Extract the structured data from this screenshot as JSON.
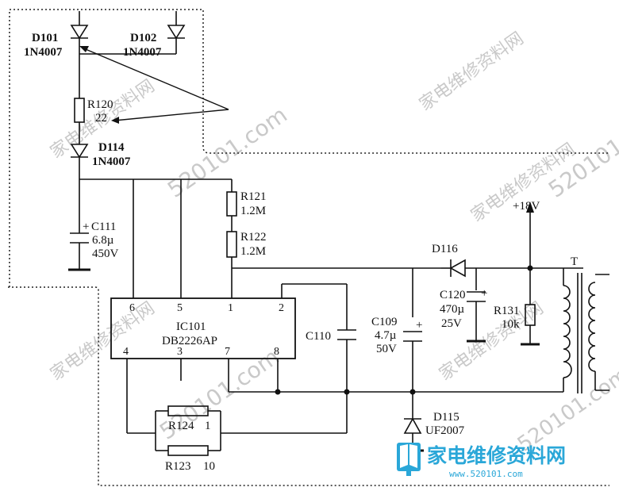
{
  "components": {
    "d101": {
      "ref": "D101",
      "value": "1N4007"
    },
    "d102": {
      "ref": "D102",
      "value": "1N4007"
    },
    "r120": {
      "ref": "R120",
      "value": "22"
    },
    "d114": {
      "ref": "D114",
      "value": "1N4007"
    },
    "c111": {
      "ref": "C111",
      "value": "6.8µ",
      "voltage": "450V",
      "polarity": "+"
    },
    "r121": {
      "ref": "R121",
      "value": "1.2M"
    },
    "r122": {
      "ref": "R122",
      "value": "1.2M"
    },
    "ic101": {
      "ref": "IC101",
      "part": "DB2226AP",
      "pins": {
        "p1": "1",
        "p2": "2",
        "p3": "3",
        "p4": "4",
        "p5": "5",
        "p6": "6",
        "p7": "7",
        "p8": "8"
      }
    },
    "c110": {
      "ref": "C110"
    },
    "c109": {
      "ref": "C109",
      "value": "4.7µ",
      "voltage": "50V",
      "polarity": "+"
    },
    "d116": {
      "ref": "D116"
    },
    "c120": {
      "ref": "C120",
      "value": "470µ",
      "voltage": "25V",
      "polarity": "+"
    },
    "r131": {
      "ref": "R131",
      "value": "10k"
    },
    "transformer": {
      "ref": "T"
    },
    "d115": {
      "ref": "D115",
      "value": "UF2007"
    },
    "r124": {
      "ref": "R124",
      "value": "1"
    },
    "r123": {
      "ref": "R123",
      "value": "10"
    }
  },
  "rail": {
    "label": "+18V"
  },
  "watermark": {
    "line1": "家电维修资料网",
    "line2": "520101.com",
    "line3": "家电维修资料网",
    "line4": "520101.com",
    "line5": "家电维修资料网",
    "line6": "520101.com",
    "line7": "家电维修资料网",
    "line8": "家电维修资料网",
    "line9": "520101.com"
  },
  "logo": {
    "text": "家电维修资料网",
    "url": "www.520101.com",
    "icon": "open-book-icon"
  },
  "colors": {
    "ink": "#111111",
    "watermark": "#c9c9c9",
    "logo": "#2aa7d8"
  }
}
